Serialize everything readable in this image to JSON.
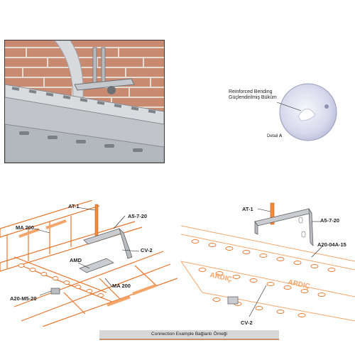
{
  "detail": {
    "title_en": "Reinforced Bending",
    "title_tr": "Güçlendirilmiş Büküm",
    "detail_prefix": "Detail ",
    "detail_letter": "A"
  },
  "left_drawing": {
    "labels": {
      "at1": "AT-1",
      "a5": "A5-7-20",
      "ma200_top": "MA 200",
      "cv2": "CV-2",
      "amd": "AMD",
      "ma200_bottom": "MA 200",
      "a20m5": "A20-M5-20"
    }
  },
  "right_drawing": {
    "labels": {
      "at1": "AT-1",
      "a5": "A5-7-20",
      "a20_04a": "A20-04A-15",
      "cv2": "CV-2"
    },
    "brand_text": "ARDIÇ"
  },
  "caption": {
    "en": "Connection Example",
    "tr": "Bağlantı Örneği"
  },
  "colors": {
    "orange": "#e8742a",
    "orange_light": "#f4a66a",
    "steel": "#a9adb2",
    "brick": "#b5603e"
  }
}
